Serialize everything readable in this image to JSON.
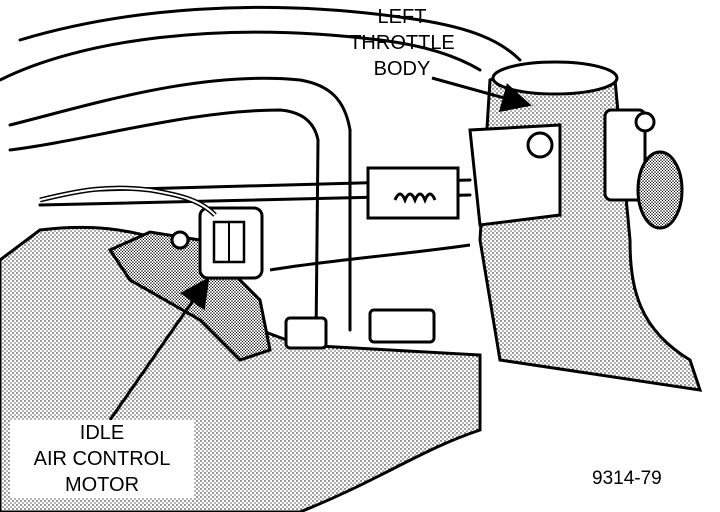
{
  "labels": {
    "left_throttle_body": [
      "LEFT",
      "THROTTLE",
      "BODY"
    ],
    "idle_air_control_motor": [
      "IDLE",
      "AIR CONTROL",
      "MOTOR"
    ]
  },
  "figure_id": "9314-79",
  "colors": {
    "ink": "#000000",
    "paper": "#ffffff",
    "shade": "#9a9a9a"
  }
}
